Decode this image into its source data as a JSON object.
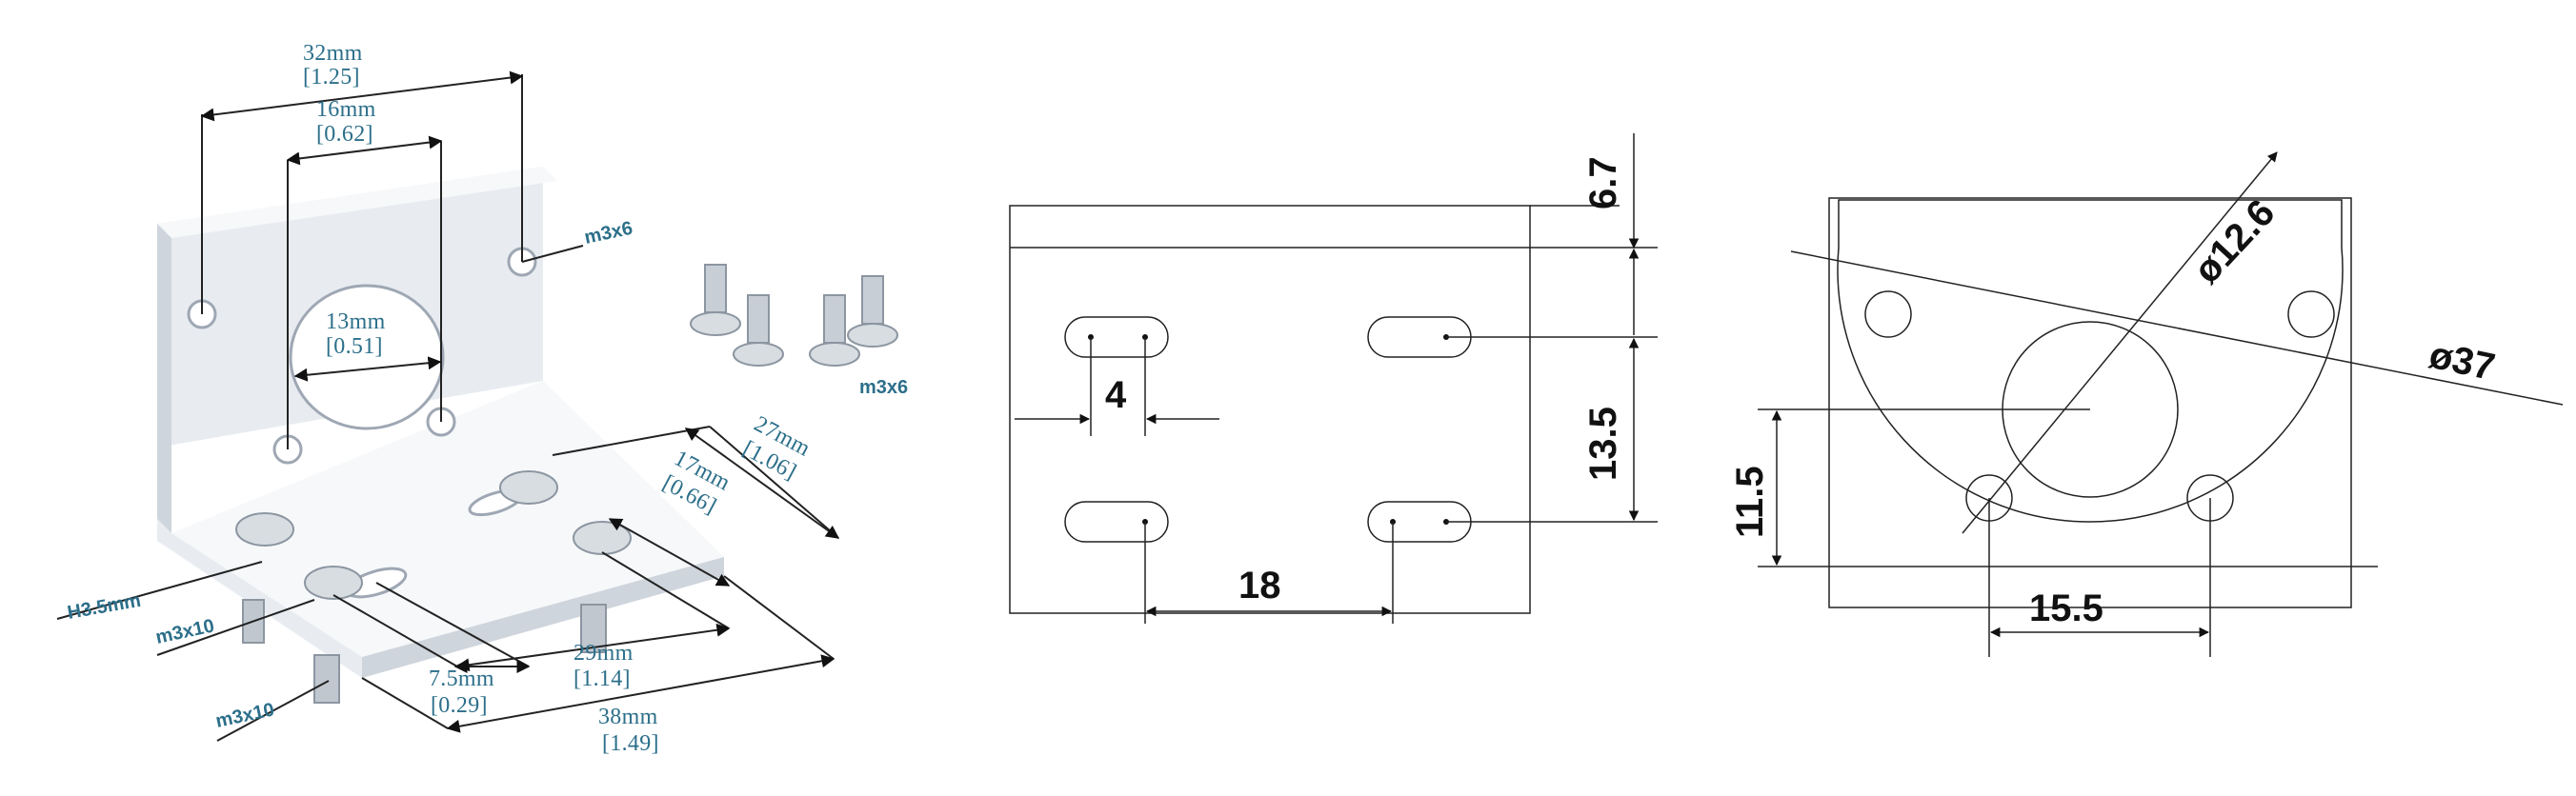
{
  "photo": {
    "dim_32": "32mm",
    "dim_32_in": "[1.25]",
    "dim_16": "16mm",
    "dim_16_in": "[0.62]",
    "dim_13": "13mm",
    "dim_13_in": "[0.51]",
    "dim_27": "27mm",
    "dim_27_in": "[1.06]",
    "dim_17": "17mm",
    "dim_17_in": "[0.66]",
    "dim_7_5": "7.5mm",
    "dim_7_5_in": "[0.29]",
    "dim_29": "29mm",
    "dim_29_in": "[1.14]",
    "dim_38": "38mm",
    "dim_38_in": "[1.49]",
    "label_m3x6_top": "m3x6",
    "label_m3x6_screws": "m3x6",
    "label_h35": "H3.5mm",
    "label_m3x10_a": "m3x10",
    "label_m3x10_b": "m3x10"
  },
  "drawing_base": {
    "dim_6_7": "6.7",
    "dim_13_5": "13.5",
    "dim_4": "4",
    "dim_18": "18"
  },
  "drawing_face": {
    "dim_phi_12_6": "ø12.6",
    "dim_phi_37": "ø37",
    "dim_11_5": "11.5",
    "dim_15_5": "15.5"
  },
  "colors": {
    "annotation_blue": "#2c6f8a",
    "line_black": "#222222"
  }
}
